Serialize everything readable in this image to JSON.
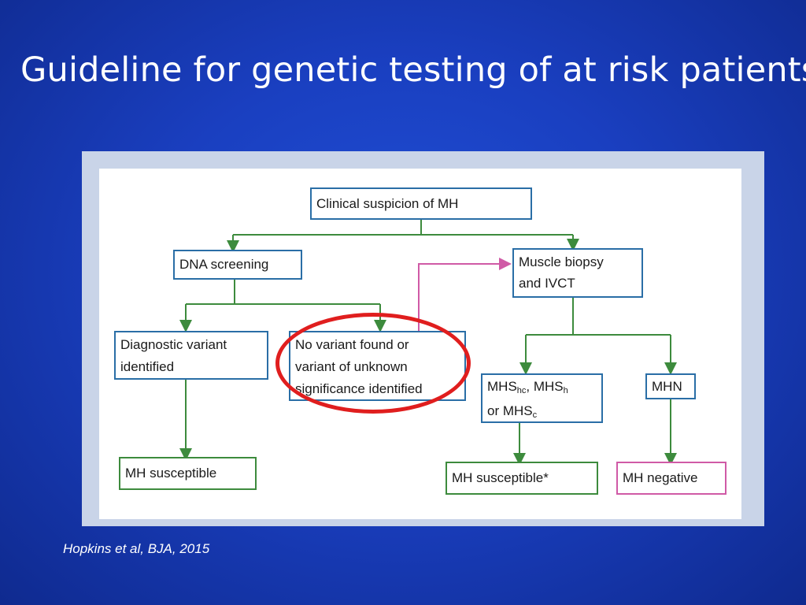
{
  "slide": {
    "title": "Guideline for genetic testing of at risk patients",
    "citation": "Hopkins et al, BJA, 2015"
  },
  "flowchart": {
    "nodes": {
      "clinical_suspicion": "Clinical suspicion of MH",
      "dna_screening": "DNA screening",
      "muscle_biopsy_line1": "Muscle biopsy",
      "muscle_biopsy_line2": "and IVCT",
      "diagnostic_variant_line1": "Diagnostic variant",
      "diagnostic_variant_line2": "identified",
      "no_variant_line1": "No variant found or",
      "no_variant_line2": "variant of unknown",
      "no_variant_line3": "significance identified",
      "mhs_part1": "MHS",
      "mhs_sub1": "hc",
      "mhs_part2": ", MHS",
      "mhs_sub2": "h",
      "mhs_part3": "or MHS",
      "mhs_sub3": "c",
      "mhn": "MHN",
      "mh_susceptible_left": "MH susceptible",
      "mh_susceptible_right": "MH susceptible*",
      "mh_negative": "MH negative"
    },
    "colors": {
      "box_blue": "#2a6ea6",
      "box_green": "#3d8b3d",
      "box_pink": "#d05aa6",
      "connector_green": "#3d8b3d",
      "connector_pink": "#d05aa6",
      "highlight_red": "#e01e1e"
    }
  }
}
